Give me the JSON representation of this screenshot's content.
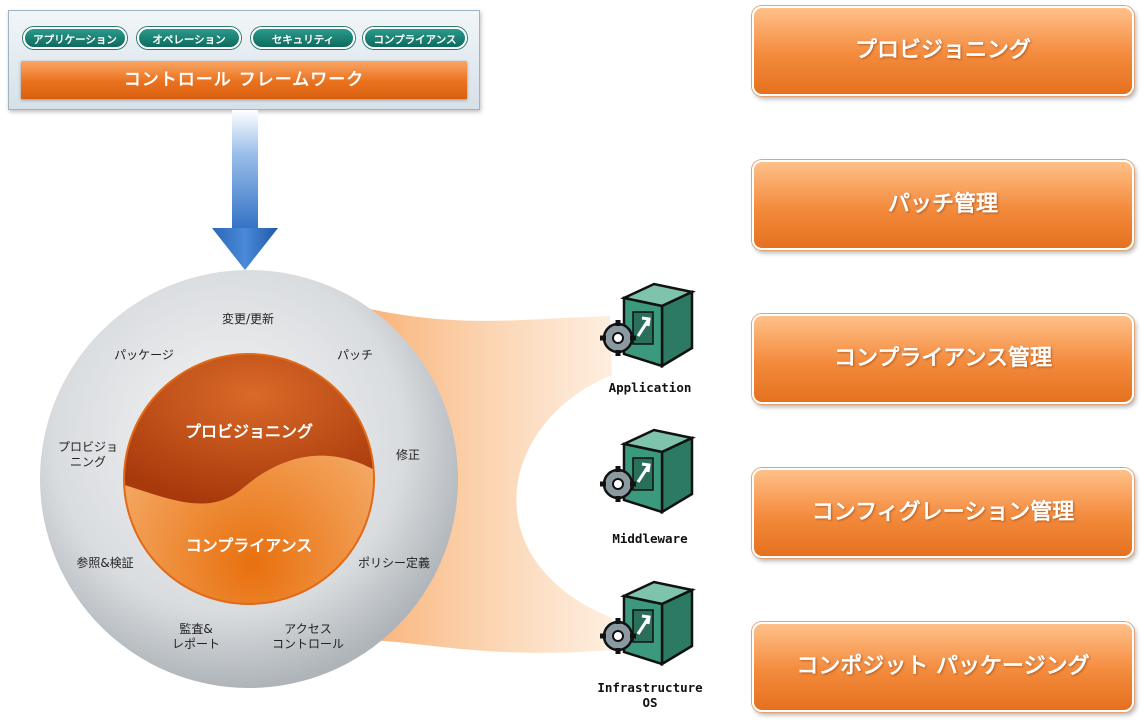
{
  "framework": {
    "pills": [
      "アプリケーション",
      "オペレーション",
      "セキュリティ",
      "コンプライアンス"
    ],
    "bar_label": "コントロール フレームワーク"
  },
  "cycle": {
    "labels": {
      "top": "変更/更新",
      "upper_left": "パッケージ",
      "upper_right": "パッチ",
      "left_line1": "プロビジョ",
      "left_line2": "ニング",
      "right": "修正",
      "lower_left": "参照&検証",
      "lower_right": "ポリシー定義",
      "bottom_left_line1": "監査&",
      "bottom_left_line2": "レポート",
      "bottom_right_line1": "アクセス",
      "bottom_right_line2": "コントロール"
    },
    "core_top": "プロビジョニング",
    "core_bottom": "コンプライアンス"
  },
  "servers": [
    {
      "line1": "Application",
      "line2": ""
    },
    {
      "line1": "Middleware",
      "line2": ""
    },
    {
      "line1": "Infrastructure",
      "line2": "OS"
    }
  ],
  "boxes": [
    "プロビジョニング",
    "パッチ管理",
    "コンプライアンス管理",
    "コンフィグレーション管理",
    "コンポジット パッケージング"
  ],
  "colors": {
    "accent_orange": "#f38a3c",
    "arrow_blue": "#2f6fc4",
    "pill_teal": "#0e6a5e",
    "server_green": "#2f8a72",
    "ring_gray": "#c9cdd1"
  }
}
